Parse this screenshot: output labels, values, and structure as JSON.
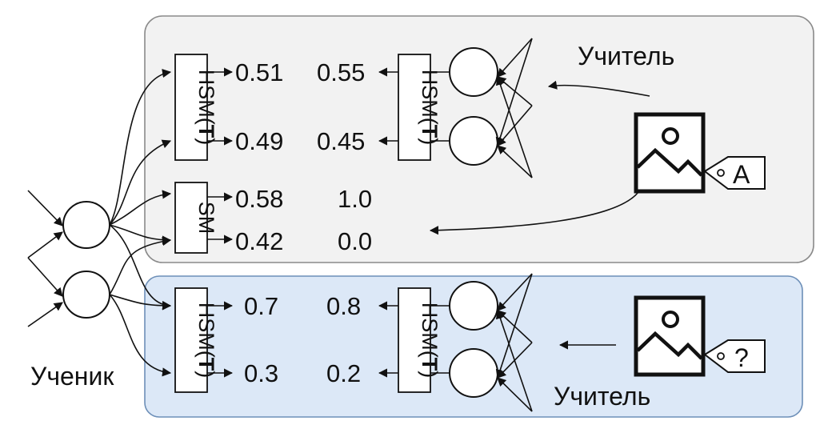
{
  "teacher_top": {
    "label": "Учитель",
    "image_tag": "A"
  },
  "teacher_bottom": {
    "label": "Учитель",
    "image_tag": "?"
  },
  "student": {
    "label": "Ученик"
  },
  "modules": {
    "hsm": "HSM",
    "t": "T",
    "sm": "SM"
  },
  "top_panel": {
    "student_hsm": [
      "0.51",
      "0.49"
    ],
    "teacher_hsm": [
      "0.55",
      "0.45"
    ],
    "student_sm": [
      "0.58",
      "0.42"
    ],
    "targets": [
      "1.0",
      "0.0"
    ]
  },
  "bottom_panel": {
    "student_hsm": [
      "0.7",
      "0.3"
    ],
    "teacher_hsm": [
      "0.8",
      "0.2"
    ]
  },
  "colors": {
    "top_panel_fill": "#f2f2f2",
    "top_panel_stroke": "#8a8a8a",
    "bottom_panel_fill": "#dce8f7",
    "bottom_panel_stroke": "#6d8fb8"
  }
}
